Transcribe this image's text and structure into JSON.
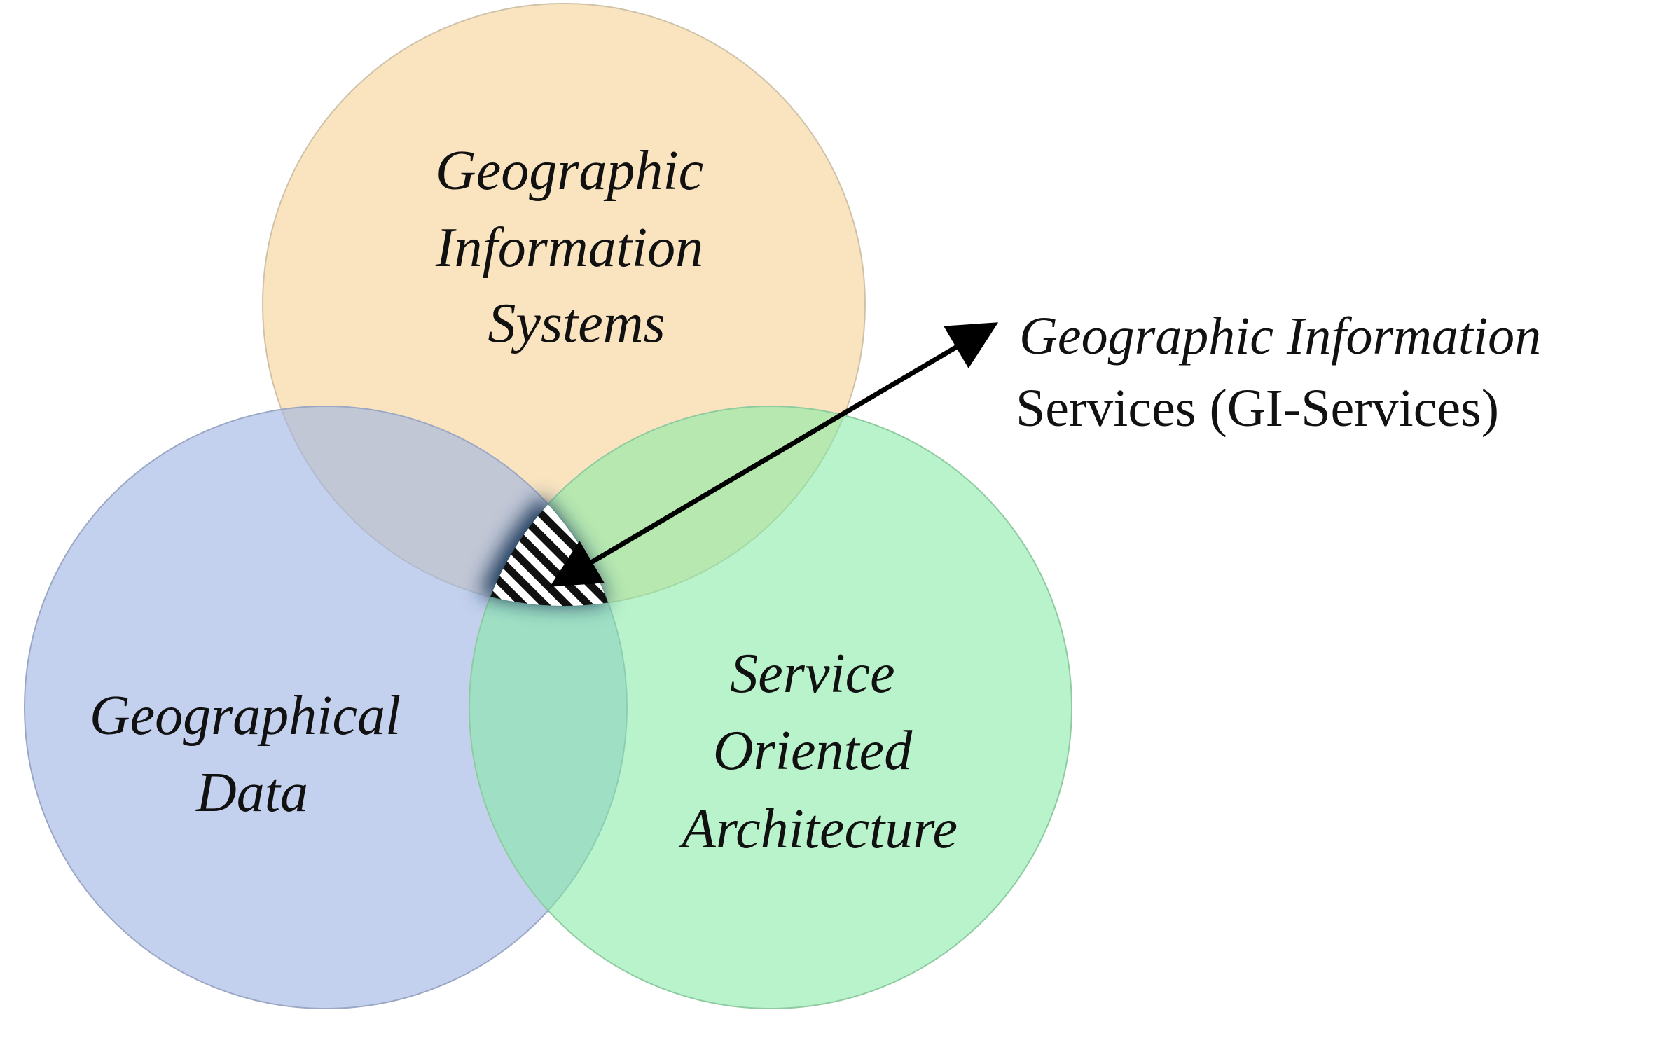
{
  "diagram": {
    "type": "venn",
    "sets": [
      {
        "id": "gis",
        "lines": [
          "Geographic",
          "Information",
          "Systems"
        ],
        "color": "#f7d9a6"
      },
      {
        "id": "geodata",
        "lines": [
          "Geographical",
          "Data"
        ],
        "color": "#9fb4e3"
      },
      {
        "id": "soa",
        "lines": [
          "Service",
          "Oriented",
          "Architecture"
        ],
        "color": "#84eaa6"
      }
    ],
    "intersection": {
      "label_line1": "Geographic Information",
      "label_line2": "Services (GI-Services)",
      "pattern": "diagonal-hatch",
      "hatch_color": "#111111",
      "glow_color": "#1f3a5c"
    },
    "arrow_color": "#000000"
  }
}
